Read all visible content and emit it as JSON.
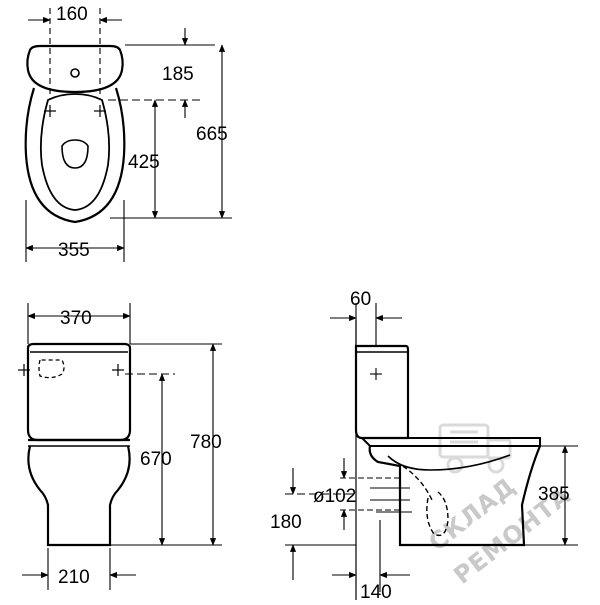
{
  "dimensions": {
    "top_view": {
      "bolt_spacing": "160",
      "tank_depth": "185",
      "bowl_hole_distance": "425",
      "total_length": "665",
      "bowl_width": "355"
    },
    "front_view": {
      "tank_width": "370",
      "tank_bottom_height": "670",
      "total_height": "780",
      "base_width": "210"
    },
    "side_view": {
      "wall_gap": "60",
      "outlet_diameter": "ø102",
      "outlet_height": "180",
      "outlet_distance": "140",
      "seat_height": "385"
    }
  },
  "watermark": {
    "line1": "СКЛАД",
    "line2": "РЕМОНТА"
  }
}
